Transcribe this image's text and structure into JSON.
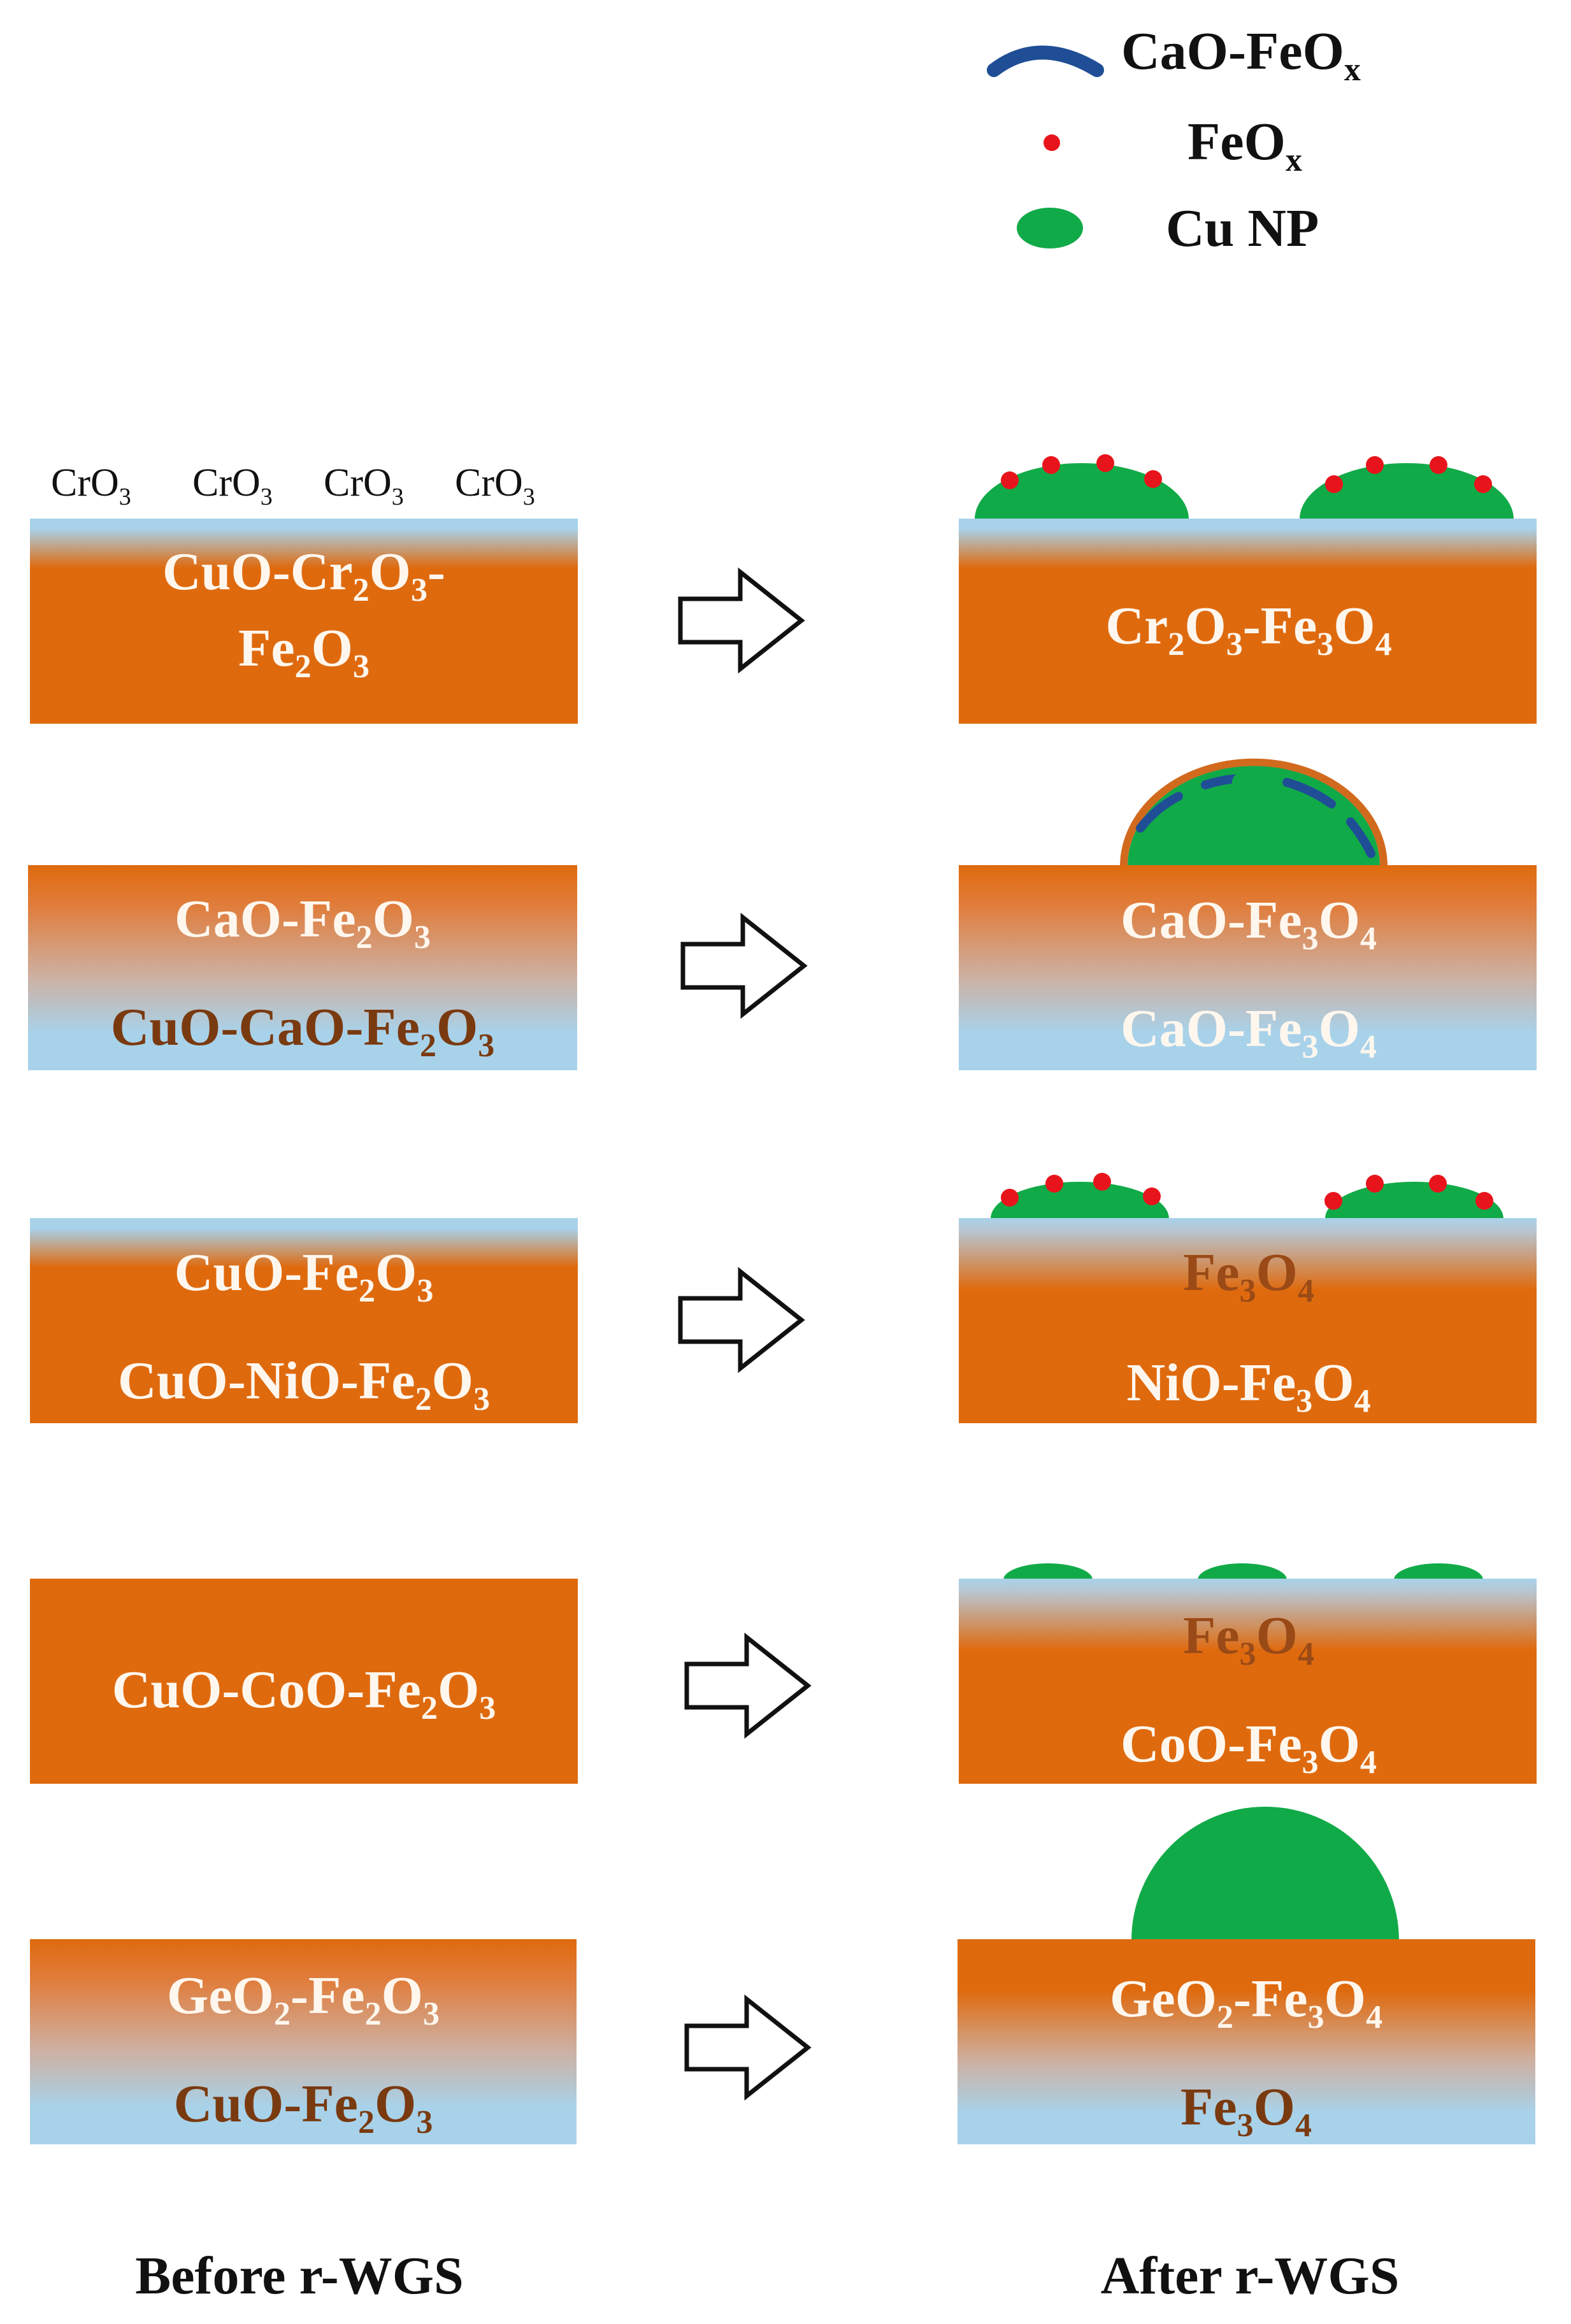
{
  "colors": {
    "substrate_orange": "#DF6A0E",
    "surface_blue": "#A8D2EA",
    "cu_green": "#11AA48",
    "feox_red": "#E8141C",
    "caofeox_blue": "#1F4E96",
    "text_white": "#FFF7EE",
    "text_brown": "#7A3A10",
    "text_dark": "#111111"
  },
  "legend": {
    "items": [
      {
        "icon": "caofeox-arc-icon",
        "label": "CaO-FeO",
        "sub": "x"
      },
      {
        "icon": "feox-dot-icon",
        "label": "FeO",
        "sub": "x"
      },
      {
        "icon": "cu-np-icon",
        "label": "Cu NP",
        "sub": ""
      }
    ]
  },
  "top_labels": [
    "CrO3",
    "CrO3",
    "CrO3",
    "CrO3"
  ],
  "rows": [
    {
      "before": {
        "lines": [
          "CuO-Cr2O3-",
          "Fe2O3"
        ]
      },
      "after": {
        "lines": [
          "Cr2O3-Fe3O4"
        ]
      }
    },
    {
      "before": {
        "lines": [
          "CaO-Fe2O3",
          "CuO-CaO-Fe2O3"
        ]
      },
      "after": {
        "lines": [
          "CaO-Fe3O4",
          "CaO-Fe3O4"
        ]
      }
    },
    {
      "before": {
        "lines": [
          "CuO-Fe2O3",
          "CuO-NiO-Fe2O3"
        ]
      },
      "after": {
        "lines": [
          "Fe3O4",
          "NiO-Fe3O4"
        ]
      }
    },
    {
      "before": {
        "lines": [
          "CuO-CoO-Fe2O3"
        ]
      },
      "after": {
        "lines": [
          "Fe3O4",
          "CoO-Fe3O4"
        ]
      }
    },
    {
      "before": {
        "lines": [
          "GeO2-Fe2O3",
          "CuO-Fe2O3"
        ]
      },
      "after": {
        "lines": [
          "GeO2-Fe3O4",
          "Fe3O4"
        ]
      }
    }
  ],
  "captions": {
    "before": "Before r-WGS",
    "after": "After r-WGS"
  }
}
